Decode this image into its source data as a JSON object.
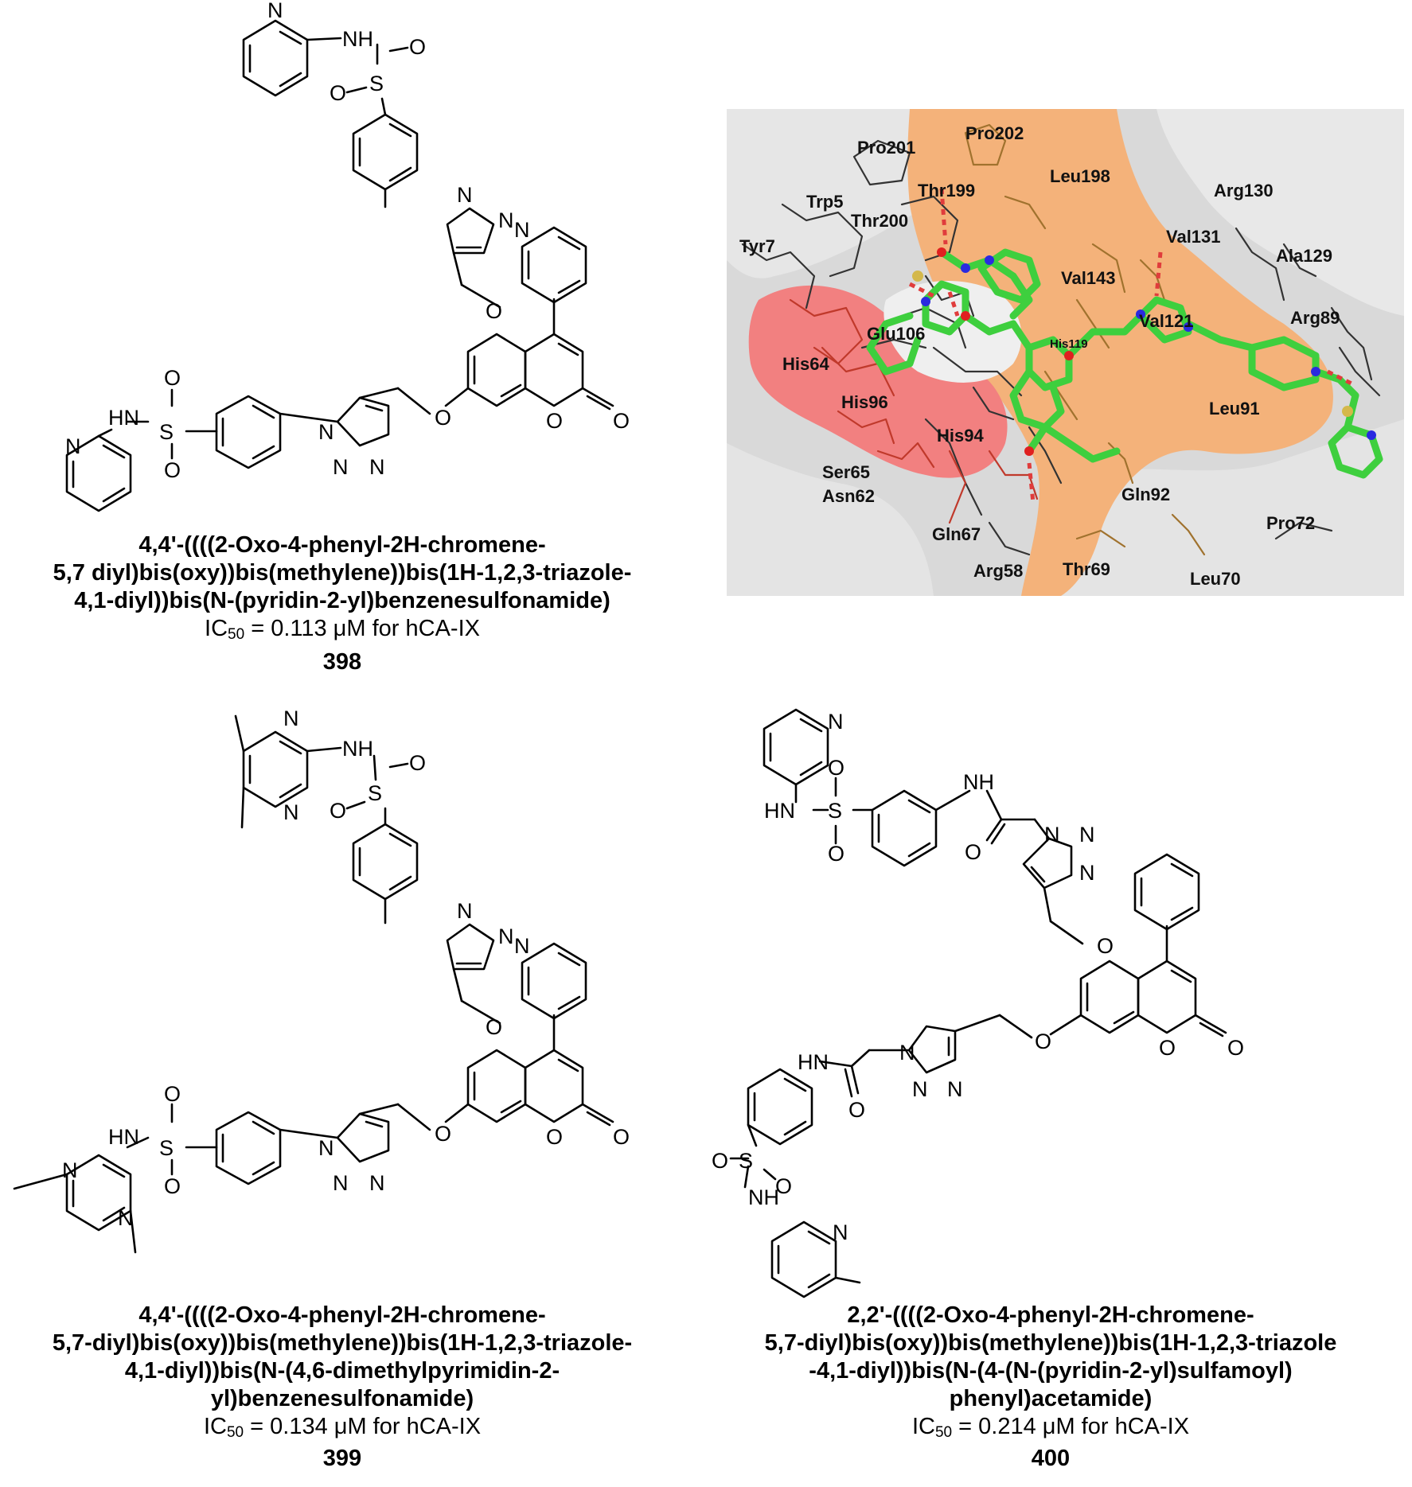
{
  "compounds": [
    {
      "name_lines": [
        "4,4'-((((2-Oxo-4-phenyl-2H-chromene-",
        "5,7 diyl)bis(oxy))bis(methylene))bis(1H-1,2,3-triazole-",
        "4,1-diyl))bis(N-(pyridin-2-yl)benzenesulfonamide)"
      ],
      "ic50_prefix": "IC",
      "ic50_sub": "50",
      "ic50_value": " = 0.113 μM for hCA-IX",
      "number": "398"
    },
    {
      "name_lines": [
        "4,4'-((((2-Oxo-4-phenyl-2H-chromene-",
        "5,7-diyl)bis(oxy))bis(methylene))bis(1H-1,2,3-triazole-",
        "4,1-diyl))bis(N-(4,6-dimethylpyrimidin-2-",
        "yl)benzenesulfonamide)"
      ],
      "ic50_prefix": "IC",
      "ic50_sub": "50",
      "ic50_value": " = 0.134 μM for hCA-IX",
      "number": "399"
    },
    {
      "name_lines": [
        "2,2'-((((2-Oxo-4-phenyl-2H-chromene-",
        "5,7-diyl)bis(oxy))bis(methylene))bis(1H-1,2,3-triazole",
        "-4,1-diyl))bis(N-(4-(N-(pyridin-2-yl)sulfamoyl)",
        "phenyl)acetamide)"
      ],
      "ic50_prefix": "IC",
      "ic50_sub": "50",
      "ic50_value": " = 0.214 μM for hCA-IX",
      "number": "400"
    }
  ],
  "atom_labels": {
    "N": "N",
    "NH": "NH",
    "HN": "HN",
    "S": "S",
    "O": "O"
  },
  "docking_residues": [
    "Pro202",
    "Pro201",
    "Leu198",
    "Thr199",
    "Trp5",
    "Thr200",
    "Arg130",
    "Tyr7",
    "Val131",
    "Ala129",
    "Val143",
    "Glu106",
    "Val121",
    "Arg89",
    "His119",
    "His64",
    "His96",
    "Leu91",
    "His94",
    "Ser65",
    "Asn62",
    "Gln92",
    "Gln67",
    "Pro72",
    "Arg58",
    "Thr69",
    "Leu70"
  ],
  "colors": {
    "surface": "#d9d9d9",
    "hydrophilic_patch": "#f28080",
    "hydrophobic_patch": "#f4b27a",
    "ligand_carbon": "#3ecf3e",
    "ligand_nitrogen": "#2a2ae0",
    "ligand_oxygen": "#e02020",
    "ligand_sulfur": "#d4b84a",
    "hbond": "#e03c3c"
  }
}
